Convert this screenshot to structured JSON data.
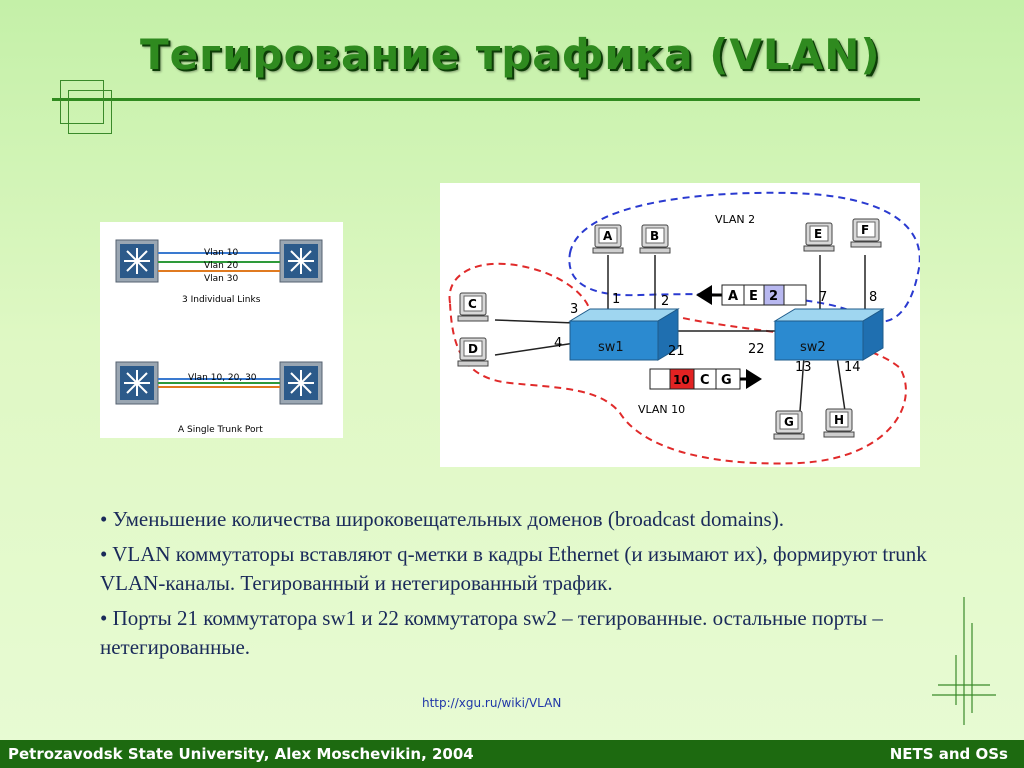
{
  "slide": {
    "title": "Тегирование трафика (VLAN)",
    "left_figure": {
      "top_labels": [
        "Vlan 10",
        "Vlan 20",
        "Vlan 30"
      ],
      "top_caption": "3 Individual Links",
      "bottom_label": "Vlan 10, 20, 30",
      "bottom_caption": "A Single Trunk Port",
      "link_colors": [
        "#3a7ad0",
        "#2e9a3a",
        "#e07a20"
      ]
    },
    "right_figure": {
      "vlan2_label": "VLAN 2",
      "vlan10_label": "VLAN 10",
      "switch1": "sw1",
      "switch2": "sw2",
      "hosts": [
        "A",
        "B",
        "C",
        "D",
        "E",
        "F",
        "G",
        "H"
      ],
      "ports": [
        "1",
        "2",
        "3",
        "4",
        "21",
        "22",
        "7",
        "8",
        "13",
        "14"
      ],
      "frame_top": [
        "A",
        "E",
        "2"
      ],
      "frame_bottom": [
        "10",
        "C",
        "G"
      ],
      "vlan2_color": "#2a3ad0",
      "vlan10_color": "#e02a2a"
    },
    "bullets": [
      "• Уменьшение количества широковещательных доменов (broadcast domains).",
      "• VLAN коммутаторы вставляют q-метки в кадры Ethernet (и изымают их), формируют trunk VLAN-каналы. Тегированный и нетегированный трафик.",
      "• Порты 21 коммутатора sw1 и 22 коммутатора sw2 – тегированные. остальные порты – нетегированные."
    ],
    "link": "http://xgu.ru/wiki/VLAN",
    "footer_left": "Petrozavodsk State University, Alex Moschevikin, 2004",
    "footer_right": "NETS and OSs"
  }
}
